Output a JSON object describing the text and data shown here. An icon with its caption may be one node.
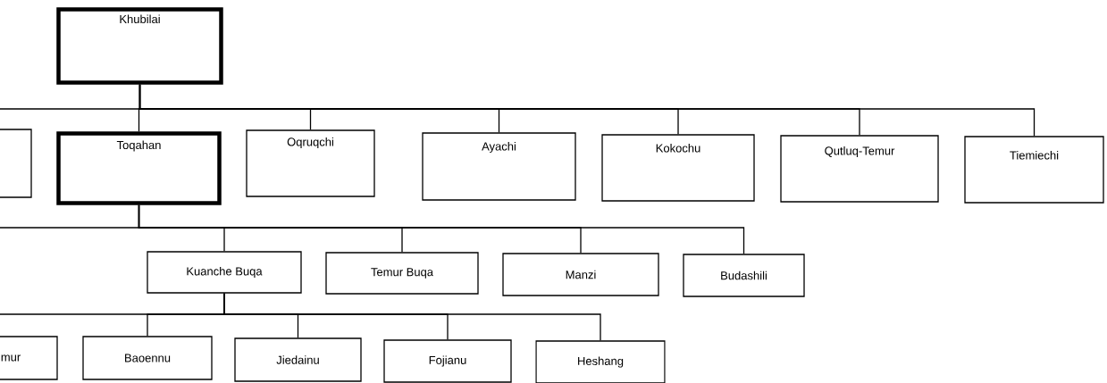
{
  "diagram": {
    "nodes": [
      {
        "text": [
          "Khubilai"
        ]
      },
      {
        "text": [],
        "shape": "box"
      },
      {
        "text": [
          "Toqahan"
        ]
      },
      {
        "text": [
          "Oqruqchi"
        ]
      },
      {
        "text": [
          "Ayachi"
        ]
      },
      {
        "text": [
          "Kokochu"
        ]
      },
      {
        "text": [
          "Qutluq-Temur"
        ]
      },
      {
        "text": [
          "Tiemiechi"
        ]
      },
      {
        "text": [
          "Kuanche Buqa"
        ]
      },
      {
        "text": [
          "Temur Buqa"
        ]
      },
      {
        "text": [
          "Manzi"
        ]
      },
      {
        "text": [
          "Budashili"
        ]
      },
      {
        "text": [
          "mur"
        ]
      },
      {
        "text": [
          "Baoennu"
        ]
      },
      {
        "text": [
          "Jiedainu"
        ]
      },
      {
        "text": [
          "Fojianu"
        ]
      },
      {
        "text": [
          "Heshang"
        ]
      }
    ],
    "edges": [
      {
        "from": 0,
        "to": null,
        "arrow": "none"
      },
      {
        "from": 0,
        "to": 2,
        "arrow": "none"
      },
      {
        "from": 0,
        "to": 3,
        "arrow": "none"
      },
      {
        "from": 0,
        "to": 4,
        "arrow": "none"
      },
      {
        "from": 0,
        "to": 5,
        "arrow": "none"
      },
      {
        "from": 0,
        "to": 6,
        "arrow": "none"
      },
      {
        "from": 0,
        "to": 7,
        "arrow": "none"
      },
      {
        "from": 2,
        "to": null,
        "arrow": "none"
      },
      {
        "from": 2,
        "to": 8,
        "arrow": "none"
      },
      {
        "from": 2,
        "to": 9,
        "arrow": "none"
      },
      {
        "from": 2,
        "to": 10,
        "arrow": "none"
      },
      {
        "from": 2,
        "to": 11,
        "arrow": "none"
      },
      {
        "from": 8,
        "to": null,
        "arrow": "none"
      },
      {
        "from": 8,
        "to": 13,
        "arrow": "none"
      },
      {
        "from": 8,
        "to": 14,
        "arrow": "none"
      },
      {
        "from": 8,
        "to": 15,
        "arrow": "none"
      },
      {
        "from": 8,
        "to": 16,
        "arrow": "none"
      }
    ]
  }
}
